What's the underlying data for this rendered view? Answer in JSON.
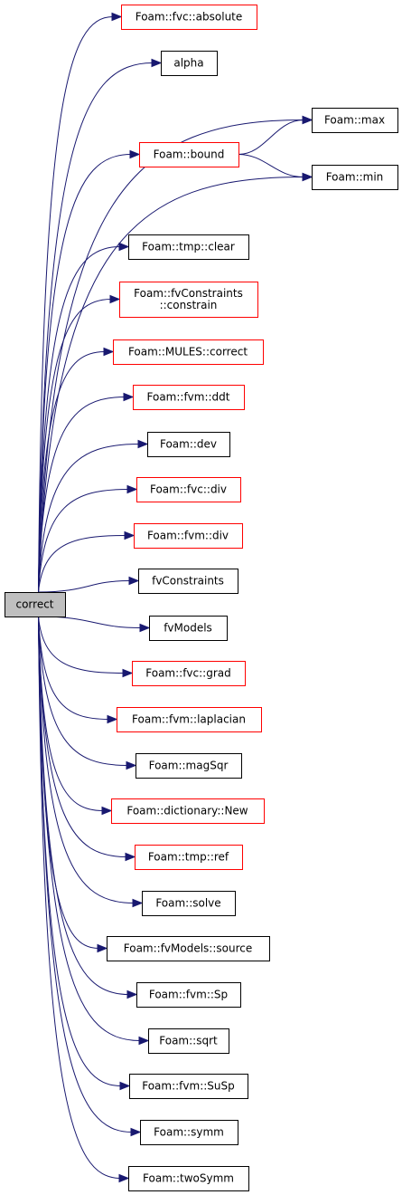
{
  "colors": {
    "edge": "#191970",
    "root_fill": "#bfbfbf",
    "root_stroke": "#000000",
    "linked_stroke": "#ff0000",
    "plain_stroke": "#000000",
    "node_fill": "#ffffff"
  },
  "graph": {
    "root": {
      "id": "correct",
      "label": "correct"
    },
    "nodes": [
      {
        "id": "fvc-absolute",
        "lines": [
          "Foam::fvc::absolute"
        ],
        "border": "red"
      },
      {
        "id": "alpha",
        "lines": [
          "alpha"
        ],
        "border": "black"
      },
      {
        "id": "max",
        "lines": [
          "Foam::max"
        ],
        "border": "black"
      },
      {
        "id": "bound",
        "lines": [
          "Foam::bound"
        ],
        "border": "red"
      },
      {
        "id": "min",
        "lines": [
          "Foam::min"
        ],
        "border": "black"
      },
      {
        "id": "tmp-clear",
        "lines": [
          "Foam::tmp::clear"
        ],
        "border": "black"
      },
      {
        "id": "fvconstraints-constrain",
        "lines": [
          "Foam::fvConstraints",
          "::constrain"
        ],
        "border": "red"
      },
      {
        "id": "mules-correct",
        "lines": [
          "Foam::MULES::correct"
        ],
        "border": "red"
      },
      {
        "id": "fvm-ddt",
        "lines": [
          "Foam::fvm::ddt"
        ],
        "border": "red"
      },
      {
        "id": "dev",
        "lines": [
          "Foam::dev"
        ],
        "border": "black"
      },
      {
        "id": "fvc-div",
        "lines": [
          "Foam::fvc::div"
        ],
        "border": "red"
      },
      {
        "id": "fvm-div",
        "lines": [
          "Foam::fvm::div"
        ],
        "border": "red"
      },
      {
        "id": "fvconstraints",
        "lines": [
          "fvConstraints"
        ],
        "border": "black"
      },
      {
        "id": "fvmodels",
        "lines": [
          "fvModels"
        ],
        "border": "black"
      },
      {
        "id": "fvc-grad",
        "lines": [
          "Foam::fvc::grad"
        ],
        "border": "red"
      },
      {
        "id": "fvm-laplacian",
        "lines": [
          "Foam::fvm::laplacian"
        ],
        "border": "red"
      },
      {
        "id": "magsqr",
        "lines": [
          "Foam::magSqr"
        ],
        "border": "black"
      },
      {
        "id": "dictionary-new",
        "lines": [
          "Foam::dictionary::New"
        ],
        "border": "red"
      },
      {
        "id": "tmp-ref",
        "lines": [
          "Foam::tmp::ref"
        ],
        "border": "red"
      },
      {
        "id": "solve",
        "lines": [
          "Foam::solve"
        ],
        "border": "black"
      },
      {
        "id": "fvmodels-source",
        "lines": [
          "Foam::fvModels::source"
        ],
        "border": "black"
      },
      {
        "id": "fvm-sp",
        "lines": [
          "Foam::fvm::Sp"
        ],
        "border": "black"
      },
      {
        "id": "sqrt",
        "lines": [
          "Foam::sqrt"
        ],
        "border": "black"
      },
      {
        "id": "fvm-susp",
        "lines": [
          "Foam::fvm::SuSp"
        ],
        "border": "black"
      },
      {
        "id": "symm",
        "lines": [
          "Foam::symm"
        ],
        "border": "black"
      },
      {
        "id": "twosymm",
        "lines": [
          "Foam::twoSymm"
        ],
        "border": "black"
      }
    ],
    "edges": [
      {
        "from": "correct",
        "to": "fvc-absolute"
      },
      {
        "from": "correct",
        "to": "alpha"
      },
      {
        "from": "correct",
        "to": "max"
      },
      {
        "from": "correct",
        "to": "bound"
      },
      {
        "from": "correct",
        "to": "min"
      },
      {
        "from": "bound",
        "to": "max"
      },
      {
        "from": "bound",
        "to": "min"
      },
      {
        "from": "correct",
        "to": "tmp-clear"
      },
      {
        "from": "correct",
        "to": "fvconstraints-constrain"
      },
      {
        "from": "correct",
        "to": "mules-correct"
      },
      {
        "from": "correct",
        "to": "fvm-ddt"
      },
      {
        "from": "correct",
        "to": "dev"
      },
      {
        "from": "correct",
        "to": "fvc-div"
      },
      {
        "from": "correct",
        "to": "fvm-div"
      },
      {
        "from": "correct",
        "to": "fvconstraints"
      },
      {
        "from": "correct",
        "to": "fvmodels"
      },
      {
        "from": "correct",
        "to": "fvc-grad"
      },
      {
        "from": "correct",
        "to": "fvm-laplacian"
      },
      {
        "from": "correct",
        "to": "magsqr"
      },
      {
        "from": "correct",
        "to": "dictionary-new"
      },
      {
        "from": "correct",
        "to": "tmp-ref"
      },
      {
        "from": "correct",
        "to": "solve"
      },
      {
        "from": "correct",
        "to": "fvmodels-source"
      },
      {
        "from": "correct",
        "to": "fvm-sp"
      },
      {
        "from": "correct",
        "to": "sqrt"
      },
      {
        "from": "correct",
        "to": "fvm-susp"
      },
      {
        "from": "correct",
        "to": "symm"
      },
      {
        "from": "correct",
        "to": "twosymm"
      }
    ]
  }
}
